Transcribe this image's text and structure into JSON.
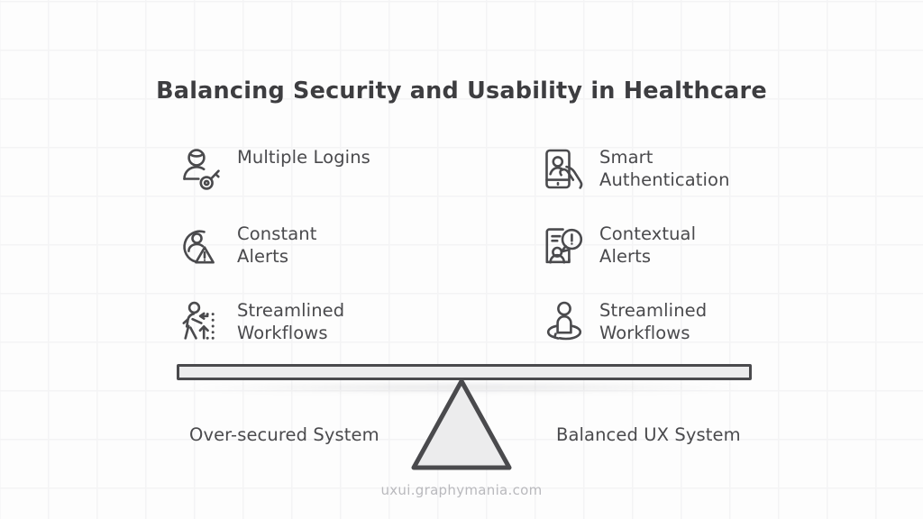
{
  "slide": {
    "title": "Balancing Security and Usability in Healthcare",
    "footer": "uxui.graphymania.com",
    "colors": {
      "background": "#fdfdfd",
      "grid_line": "#f4f4f5",
      "title_text": "#3d3d40",
      "body_text": "#4a4a4d",
      "stroke": "#4a4a4d",
      "beam_fill": "#ececed",
      "fulcrum_fill": "#ececed",
      "footer_text": "#b9b9bd"
    }
  },
  "left_column": {
    "system_label": "Over-secured System",
    "items": [
      {
        "label": "Multiple Logins",
        "icon": "person-with-key-icon"
      },
      {
        "label": "Constant\nAlerts",
        "icon": "person-warning-alert-icon"
      },
      {
        "label": "Streamlined\nWorkflows",
        "icon": "walking-person-dotted-path-icon"
      }
    ]
  },
  "right_column": {
    "system_label": "Balanced UX System",
    "items": [
      {
        "label": "Smart\nAuthentication",
        "icon": "phone-in-hand-face-id-icon"
      },
      {
        "label": "Contextual\nAlerts",
        "icon": "screen-person-alert-bubble-icon"
      },
      {
        "label": "Streamlined\nWorkflows",
        "icon": "person-rotation-arrow-icon"
      }
    ]
  },
  "balance": {
    "beam_name": "balance-beam",
    "fulcrum_name": "fulcrum-triangle"
  }
}
